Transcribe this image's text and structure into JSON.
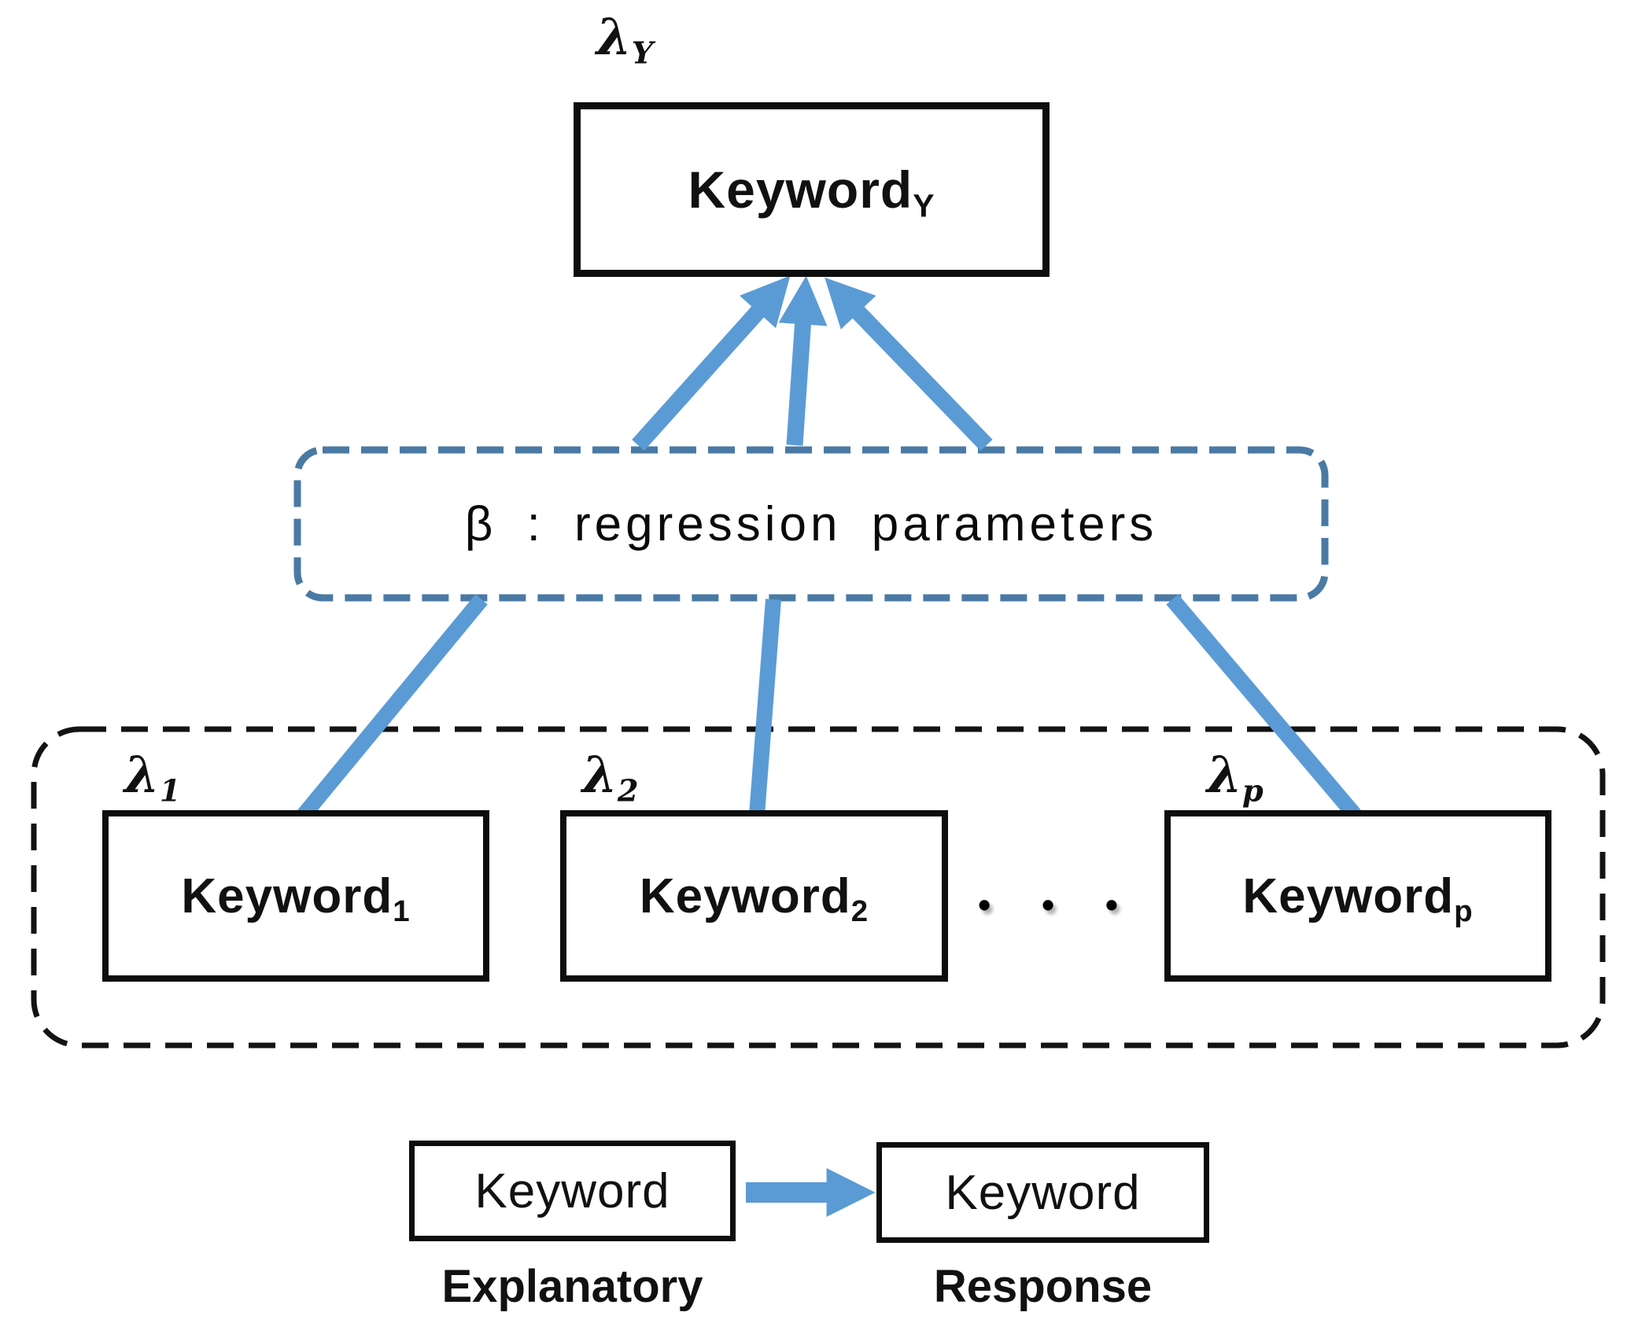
{
  "nodes": {
    "response": {
      "lambda_symbol": "λ",
      "lambda_sub": "Y",
      "keyword": "Keyword",
      "keyword_sub": "Y"
    },
    "regression": {
      "label": "β : regression parameters"
    },
    "explanatory": [
      {
        "lambda_symbol": "λ",
        "lambda_sub": "1",
        "keyword": "Keyword",
        "keyword_sub": "1"
      },
      {
        "lambda_symbol": "λ",
        "lambda_sub": "2",
        "keyword": "Keyword",
        "keyword_sub": "2"
      },
      {
        "lambda_symbol": "λ",
        "lambda_sub": "p",
        "keyword": "Keyword",
        "keyword_sub": "p"
      }
    ],
    "ellipsis": "• • •"
  },
  "legend": {
    "explanatory_box_label": "Keyword",
    "response_box_label": "Keyword",
    "explanatory_caption": "Explanatory",
    "response_caption": "Response"
  },
  "colors": {
    "arrow": "#5B9BD5",
    "regression_dash": "#4A7AA4",
    "outer_dash": "#131313",
    "box_border": "#0D0D0D"
  }
}
